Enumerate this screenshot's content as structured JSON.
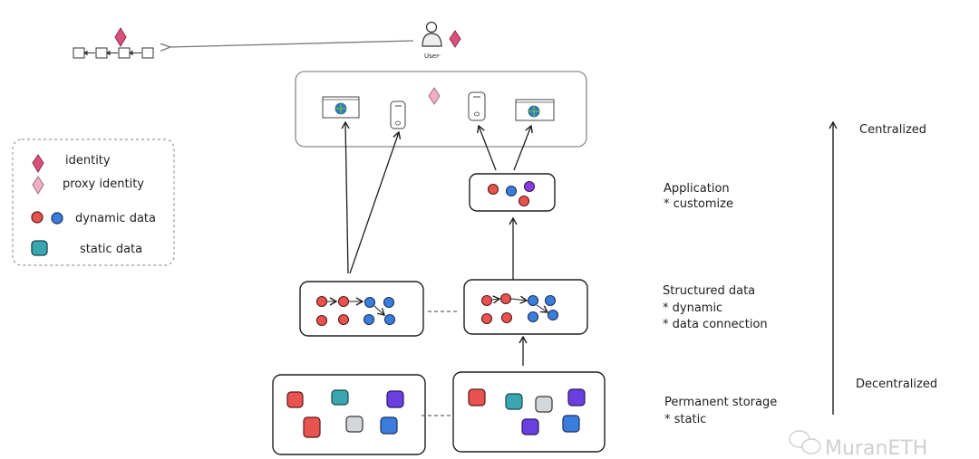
{
  "colors": {
    "identity": "#d9507a",
    "proxy_identity": "#eeb0c4",
    "dynamic_red": "#e8524f",
    "dynamic_blue": "#3b7ddd",
    "dynamic_purple": "#8b3ee0",
    "static_teal": "#3aa6b0",
    "static_red": "#e8524f",
    "static_purple": "#6a3fe0",
    "static_gray": "#d4d6da",
    "static_blue": "#3b7ddd",
    "stroke": "#1e1e1e",
    "frame": "#777777"
  },
  "user": {
    "label": "User-"
  },
  "legend": {
    "items": [
      {
        "icon": "identity-diamond-icon",
        "label": "identity"
      },
      {
        "icon": "proxy-identity-diamond-icon",
        "label": "proxy identity"
      },
      {
        "icon": "dynamic-data-dots-icon",
        "label": "dynamic data"
      },
      {
        "icon": "static-data-square-icon",
        "label": "static data"
      }
    ]
  },
  "clients": {
    "items": [
      "browser-icon",
      "phone-icon",
      "proxy-identity-diamond-icon",
      "phone-icon",
      "browser-icon"
    ]
  },
  "layers": [
    {
      "title": "Application",
      "notes": [
        "* customize"
      ]
    },
    {
      "title": "Structured data",
      "notes": [
        "* dynamic",
        "* data connection"
      ]
    },
    {
      "title": "Permanent storage",
      "notes": [
        "* static"
      ]
    }
  ],
  "axis": {
    "top_label": "Centralized",
    "bottom_label": "Decentralized"
  },
  "watermark": "MuranETH"
}
